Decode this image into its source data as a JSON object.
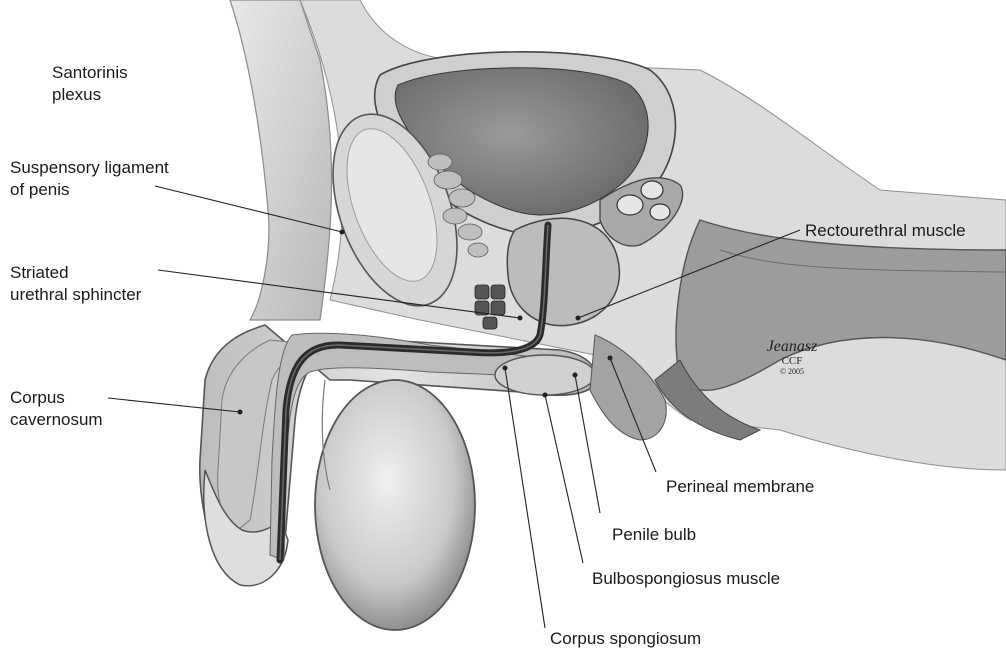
{
  "labels": {
    "santorinis_plexus": {
      "line1": "Santorinis",
      "line2": "plexus"
    },
    "suspensory_ligament": {
      "line1": "Suspensory ligament",
      "line2": "of penis"
    },
    "striated_sphincter": {
      "line1": "Striated",
      "line2": "urethral sphincter"
    },
    "corpus_cavernosum": {
      "line1": "Corpus",
      "line2": "cavernosum"
    },
    "rectourethral_muscle": "Rectourethral muscle",
    "perineal_membrane": "Perineal membrane",
    "penile_bulb": "Penile bulb",
    "bulbospongiosus_muscle": "Bulbospongiosus muscle",
    "corpus_spongiosum": "Corpus spongiosum"
  },
  "signature": {
    "artist": "Jeanasz",
    "institution": "CCF",
    "year": "© 2005"
  },
  "colors": {
    "ink": "#1a1a1a",
    "tissue_light": "#d9d9d9",
    "tissue_mid": "#a8a8a8",
    "tissue_dark": "#6e6e6e",
    "urethra": "#2b2b2b"
  }
}
